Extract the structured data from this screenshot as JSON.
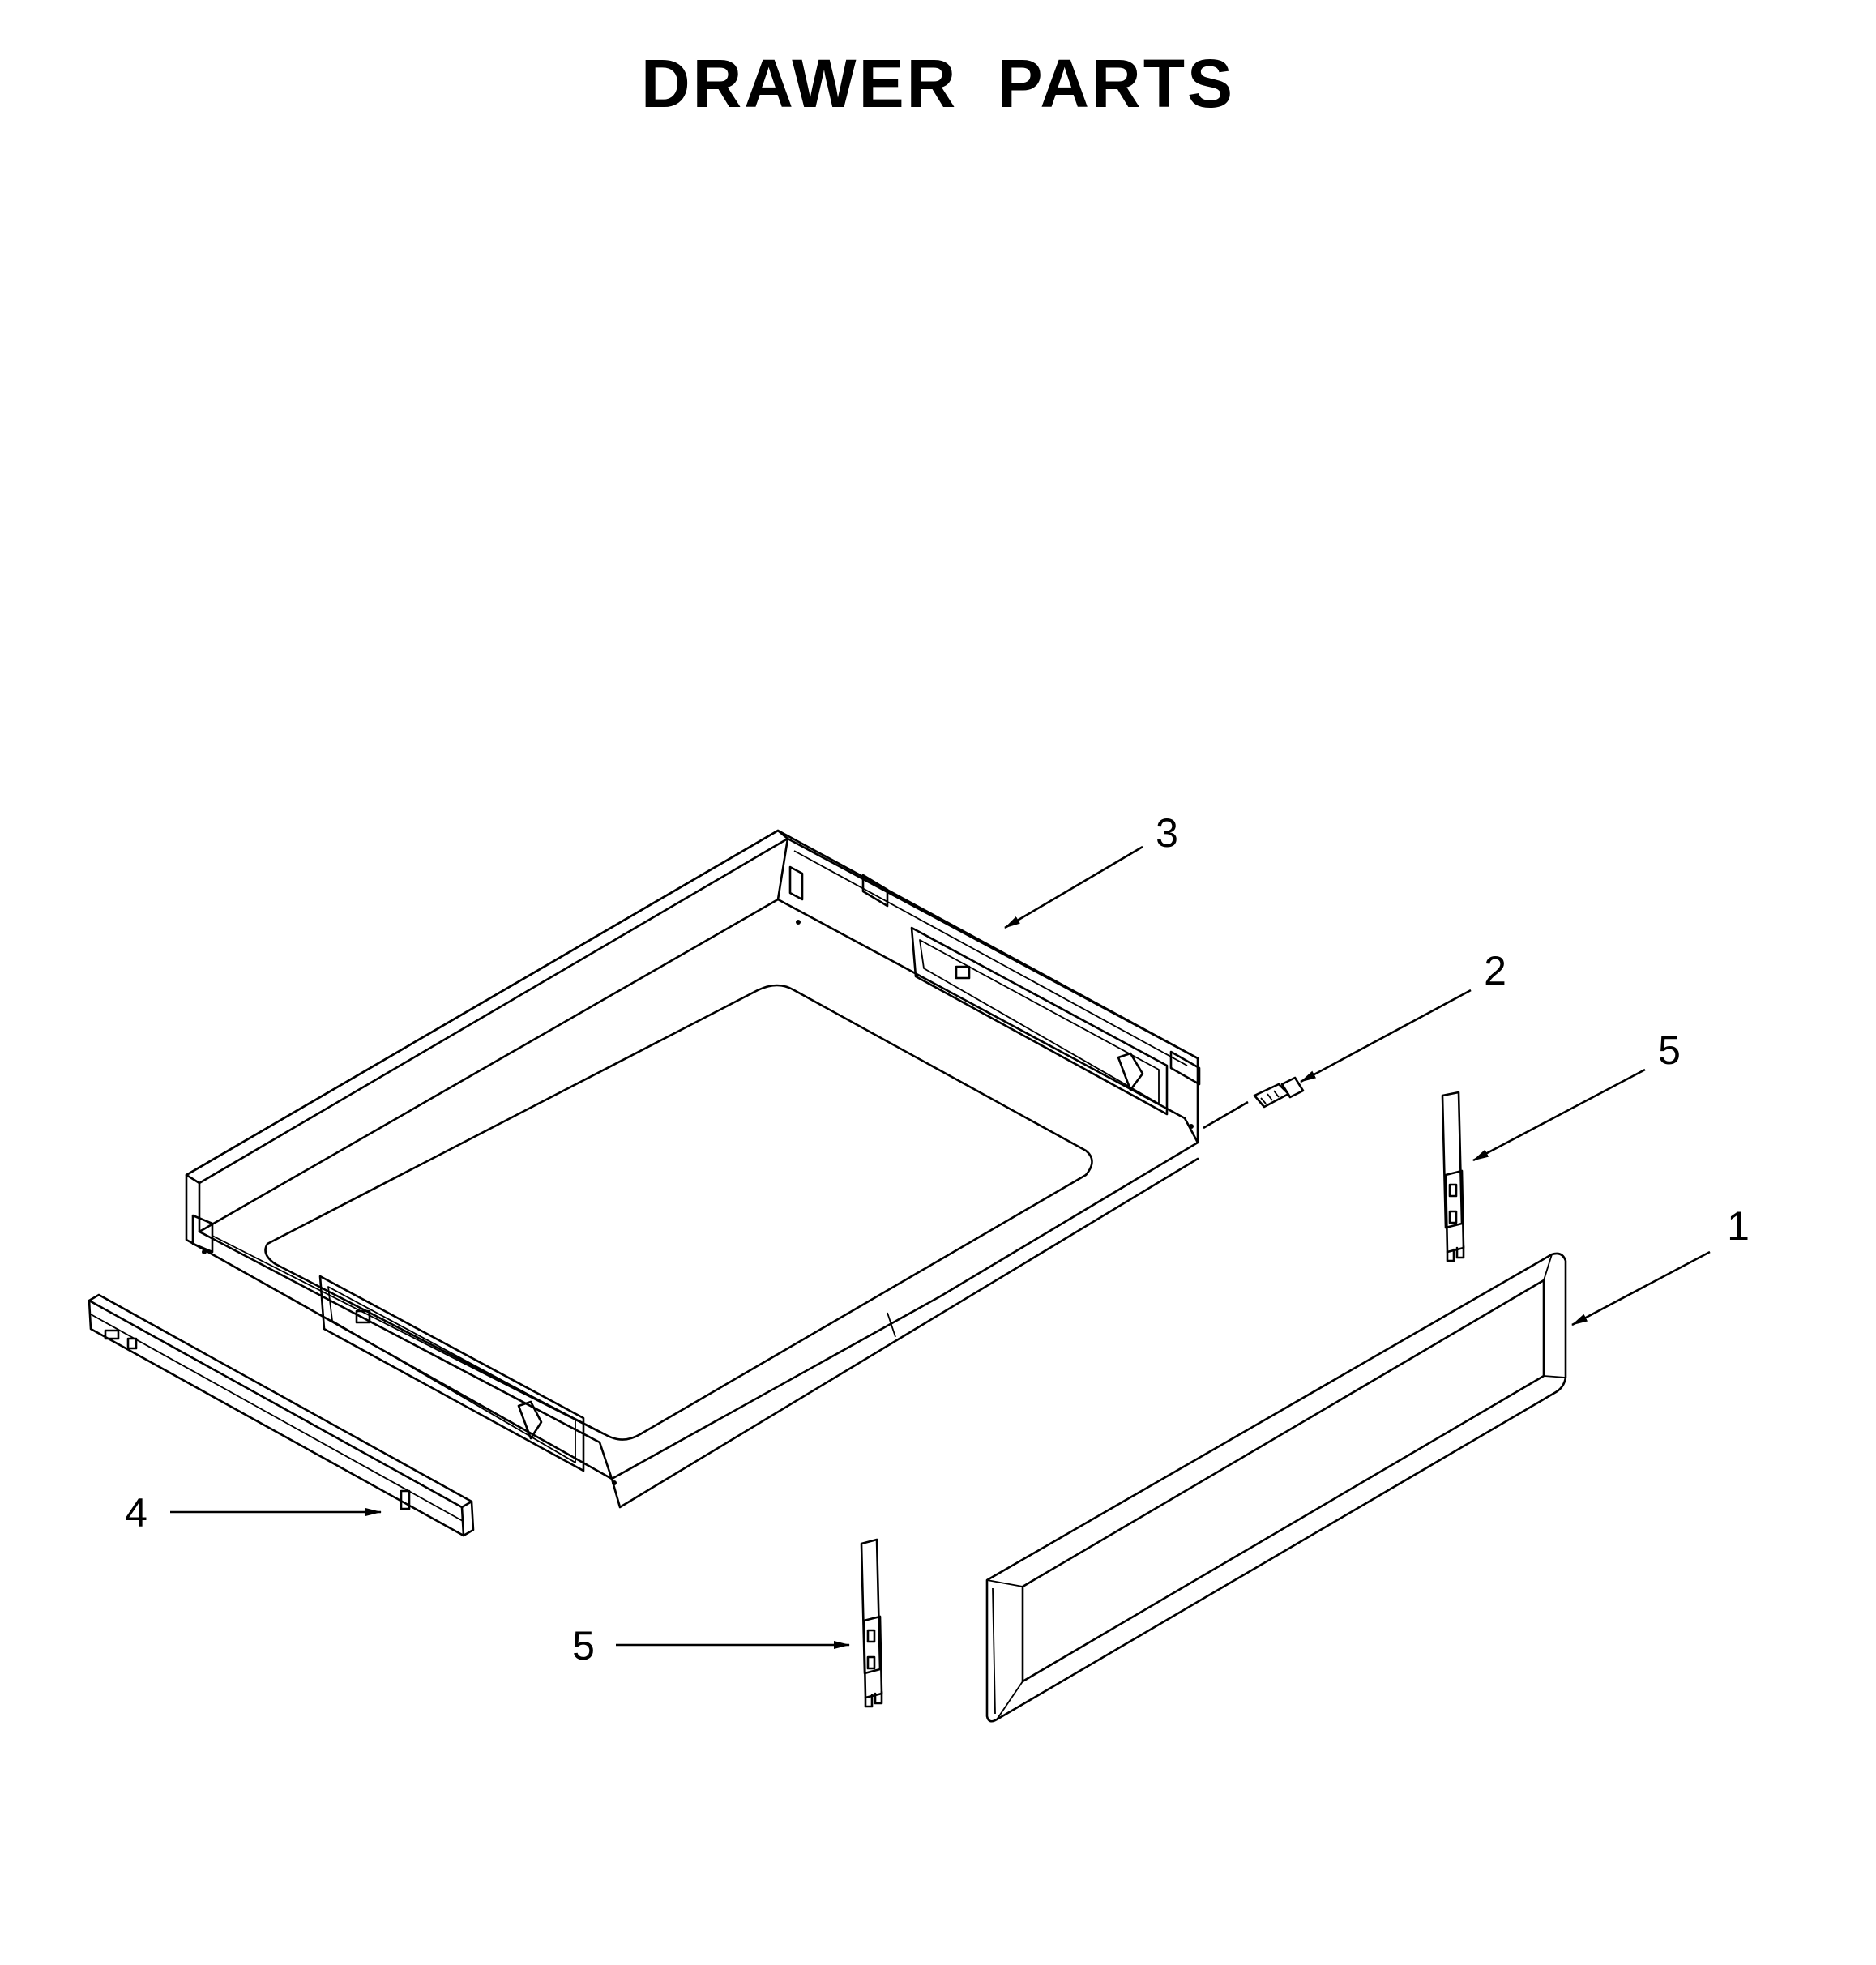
{
  "title": "DRAWER PARTS",
  "callouts": [
    {
      "id": "1",
      "part": "drawer-front-panel"
    },
    {
      "id": "2",
      "part": "screw"
    },
    {
      "id": "3",
      "part": "drawer-body"
    },
    {
      "id": "4",
      "part": "drawer-slide-rail"
    },
    {
      "id": "5",
      "part": "drawer-bracket-right"
    },
    {
      "id": "5",
      "part": "drawer-bracket-left"
    }
  ]
}
